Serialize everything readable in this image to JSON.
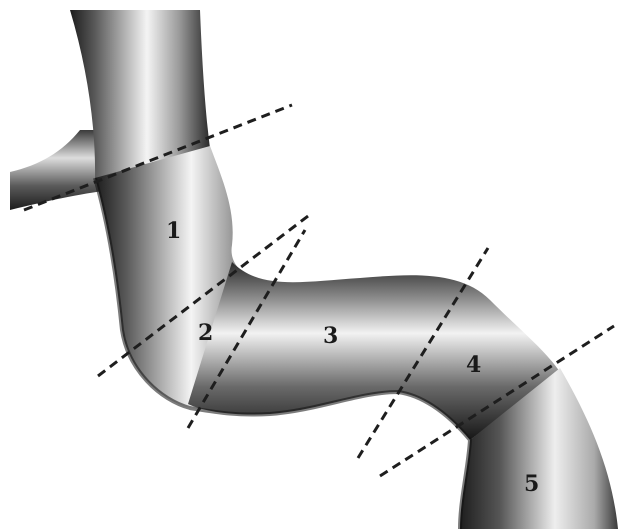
{
  "diagram": {
    "segments": [
      {
        "id": "segment-1",
        "label": "1"
      },
      {
        "id": "segment-2",
        "label": "2"
      },
      {
        "id": "segment-3",
        "label": "3"
      },
      {
        "id": "segment-4",
        "label": "4"
      },
      {
        "id": "segment-5",
        "label": "5"
      }
    ],
    "colors": {
      "background": "#ffffff",
      "vessel_dark": "#222222",
      "vessel_light": "#f2f2f2",
      "dashed_line": "#1e1e1e",
      "label": "#1a1a1a"
    }
  }
}
